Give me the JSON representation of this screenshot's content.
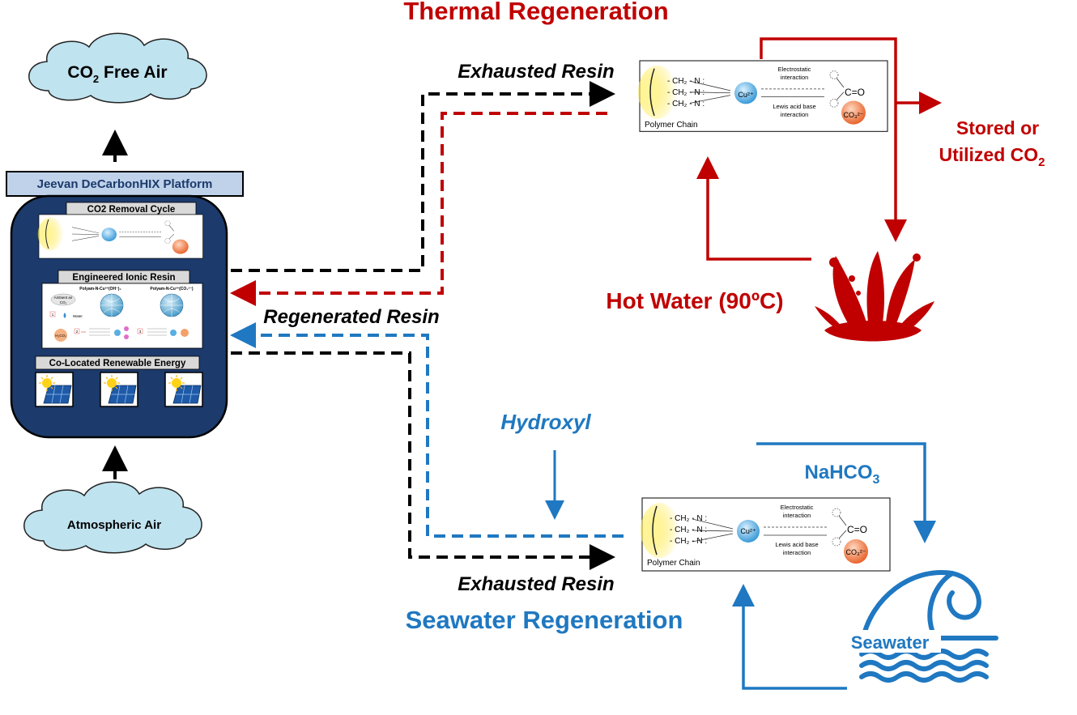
{
  "thermal": {
    "title": "Thermal Regeneration",
    "exhausted_label": "Exhausted Resin",
    "stored_label_1": "Stored or",
    "stored_label_2": "Utilized CO",
    "stored_sub": "2",
    "hot_water_label": "Hot Water (90ºC)"
  },
  "seawater": {
    "title": "Seawater Regeneration",
    "exhausted_label": "Exhausted Resin",
    "hydroxyl_label": "Hydroxyl",
    "nahco3_main": "NaHCO",
    "nahco3_sub": "3",
    "seawater_label": "Seawater"
  },
  "regenerated_label": "Regenerated Resin",
  "clouds": {
    "top_main": "CO",
    "top_sub": "2",
    "top_rest": " Free Air",
    "bottom": "Atmospheric Air"
  },
  "platform": {
    "title": "Jeevan DeCarbonHIX Platform",
    "section1": "CO2 Removal Cycle",
    "section2": "Engineered Ionic Resin",
    "section3": "Co-Located Renewable Energy"
  },
  "resin": {
    "ch2n": "- CH₂ - N :",
    "cu": "Cu²⁺",
    "electrostatic_1": "Electrostatic",
    "electrostatic_2": "interaction",
    "lewis_1": "Lewis acid base",
    "lewis_2": "interaction",
    "co3": "CO₃²⁻",
    "polymer": "Polymer Chain",
    "c_eq_o": "C=O"
  },
  "ionic": {
    "label_a": "Polyam-N-Cu²⁺(OH⁻)₂",
    "label_b": "Polyam-N-Cu²⁺(CO₃²⁻)",
    "ambient": "Ambient air",
    "co2": "CO₂",
    "water": "Water",
    "h2co3": "H₂CO₃",
    "oh": "OH⁻",
    "step1": "1",
    "step2": "2",
    "step3": "3"
  },
  "colors": {
    "red": "#c00000",
    "blue": "#1f78c1",
    "navy": "#1c3a6b",
    "cloud": "#bfe3ef"
  }
}
